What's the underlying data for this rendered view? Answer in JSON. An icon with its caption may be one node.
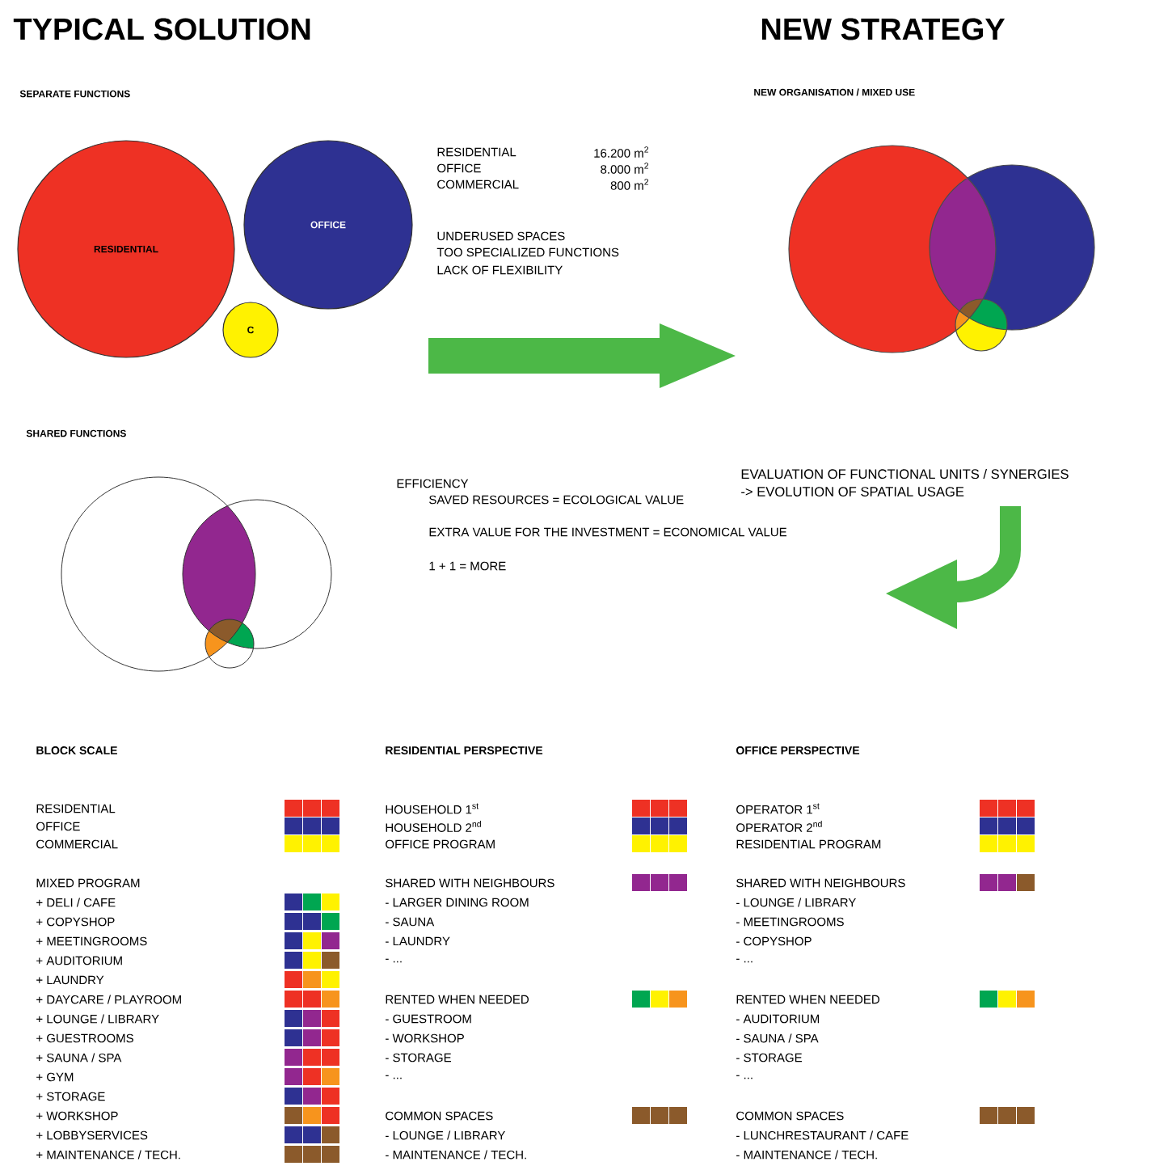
{
  "diagram": {
    "nodes": [
      {
        "text": [
          "RESIDENTIAL"
        ]
      },
      {
        "text": [
          "OFFICE"
        ]
      },
      {
        "text": [
          "C"
        ]
      }
    ],
    "labels": [
      "TYPICAL SOLUTION",
      "NEW STRATEGY",
      "SEPARATE FUNCTIONS",
      "NEW ORGANISATION / MIXED USE",
      "RESIDENTIAL",
      "16.200 m$^{2}$",
      "OFFICE",
      "8.000 m$^{2}$",
      "COMMERCIAL",
      "800 m$^{2}$",
      "UNDERUSED SPACES",
      "TOO SPECIALIZED FUNCTIONS",
      "LACK OF FLEXIBILITY",
      "SHARED FUNCTIONS",
      "EFFICIENCY",
      "SAVED RESOURCES = ECOLOGICAL VALUE",
      "EXTRA VALUE FOR THE INVESTMENT = ECONOMICAL VALUE",
      "1 + 1 = MORE",
      "EVALUATION OF FUNCTIONAL UNITS / SYNERGIES",
      "-> EVOLUTION OF SPATIAL USAGE",
      "BLOCK SCALE",
      "RESIDENTIAL",
      "OFFICE",
      "COMMERCIAL",
      "MIXED PROGRAM",
      "+ DELI / CAFE",
      "+ COPYSHOP",
      "+ MEETINGROOMS",
      "+ AUDITORIUM",
      "+ LAUNDRY",
      "+ DAYCARE / PLAYROOM",
      "+ LOUNGE / LIBRARY",
      "+ GUESTROOMS",
      "+ SAUNA / SPA",
      "+ GYM",
      "+ STORAGE",
      "+ WORKSHOP",
      "+ LOBBYSERVICES",
      "+ MAINTENANCE / TECH.",
      "RESIDENTIAL PERSPECTIVE",
      "HOUSEHOLD 1$^{st}$",
      "HOUSEHOLD 2$^{nd}$",
      "OFFICE PROGRAM",
      "SHARED WITH NEIGHBOURS",
      "- LARGER DINING ROOM",
      "- SAUNA",
      "- LAUNDRY",
      "- ...",
      "RENTED WHEN NEEDED",
      "- GUESTROOM",
      "- WORKSHOP",
      "- STORAGE",
      "- ...",
      "COMMON SPACES",
      "- LOUNGE / LIBRARY",
      "- MAINTENANCE / TECH.",
      "OFFICE PERSPECTIVE",
      "OPERATOR 1$^{st}$",
      "OPERATOR 2$^{nd}$",
      "RESIDENTIAL PROGRAM",
      "SHARED WITH NEIGHBOURS",
      "- LOUNGE / LIBRARY",
      "- MEETINGROOMS",
      "- COPYSHOP",
      "- ...",
      "RENTED WHEN NEEDED",
      "- AUDITORIUM",
      "- SAUNA / SPA",
      "- STORAGE",
      "- ...",
      "COMMON SPACES",
      "- LUNCHRESTAURANT / CAFE",
      "- MAINTENANCE / TECH."
    ]
  }
}
